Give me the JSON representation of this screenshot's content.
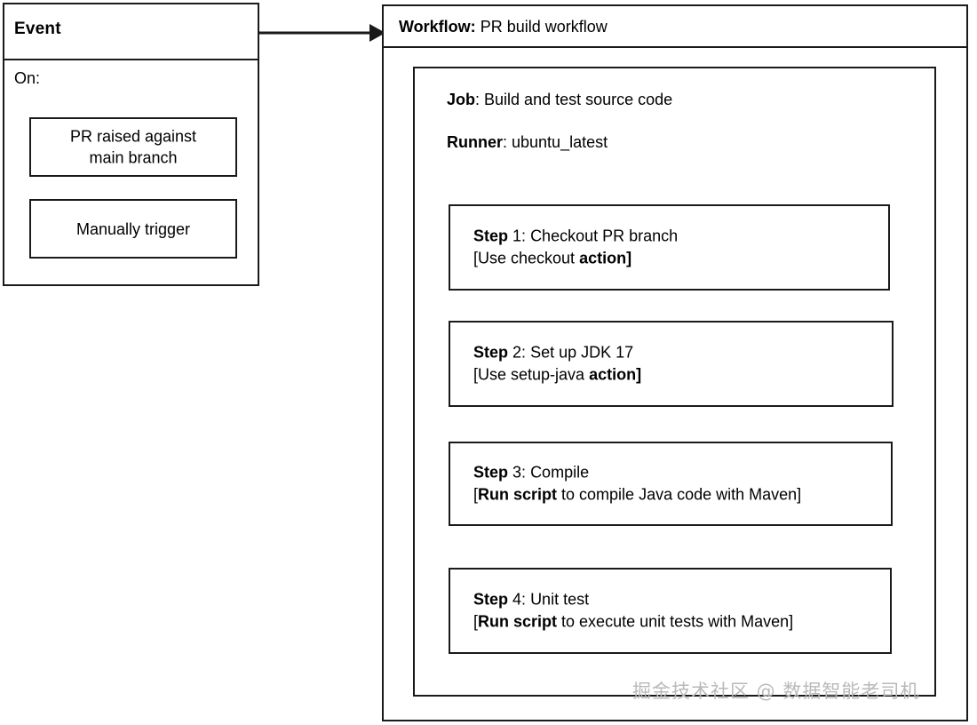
{
  "event": {
    "title": "Event",
    "on_label": "On:",
    "triggers": [
      {
        "text": "PR raised against\nmain branch"
      },
      {
        "text": "Manually trigger"
      }
    ]
  },
  "connector": {
    "icon": "arrow-right-icon",
    "color": "#1a1a1a"
  },
  "workflow": {
    "key": "Workflow:",
    "value": "PR build workflow",
    "job": {
      "job_key": "Job",
      "job_sep": ": ",
      "job_value": "Build and test source code",
      "runner_key": "Runner",
      "runner_sep": ": ",
      "runner_value": "ubuntu_latest",
      "steps": [
        {
          "label": "Step",
          "number": "1",
          "sep": ": ",
          "title": "Checkout PR branch",
          "detail_prefix": "[Use checkout ",
          "detail_bold": "action",
          "detail_suffix": "]"
        },
        {
          "label": "Step",
          "number": "2",
          "sep": ": ",
          "title": "Set up JDK 17",
          "detail_prefix": "[Use setup-java ",
          "detail_bold": "action",
          "detail_suffix": "]"
        },
        {
          "label": "Step",
          "number": "3",
          "sep": ": ",
          "title": "Compile",
          "detail_prefix": "[",
          "detail_bold": "Run script",
          "detail_suffix": " to compile Java code with Maven]"
        },
        {
          "label": "Step",
          "number": "4",
          "sep": ": ",
          "title": "Unit test",
          "detail_prefix": "[",
          "detail_bold": "Run script",
          "detail_suffix": " to execute unit tests with Maven]"
        }
      ]
    }
  },
  "watermark": {
    "text": "掘金技术社区 @ 数据智能老司机",
    "color": "#b9b9b9"
  }
}
